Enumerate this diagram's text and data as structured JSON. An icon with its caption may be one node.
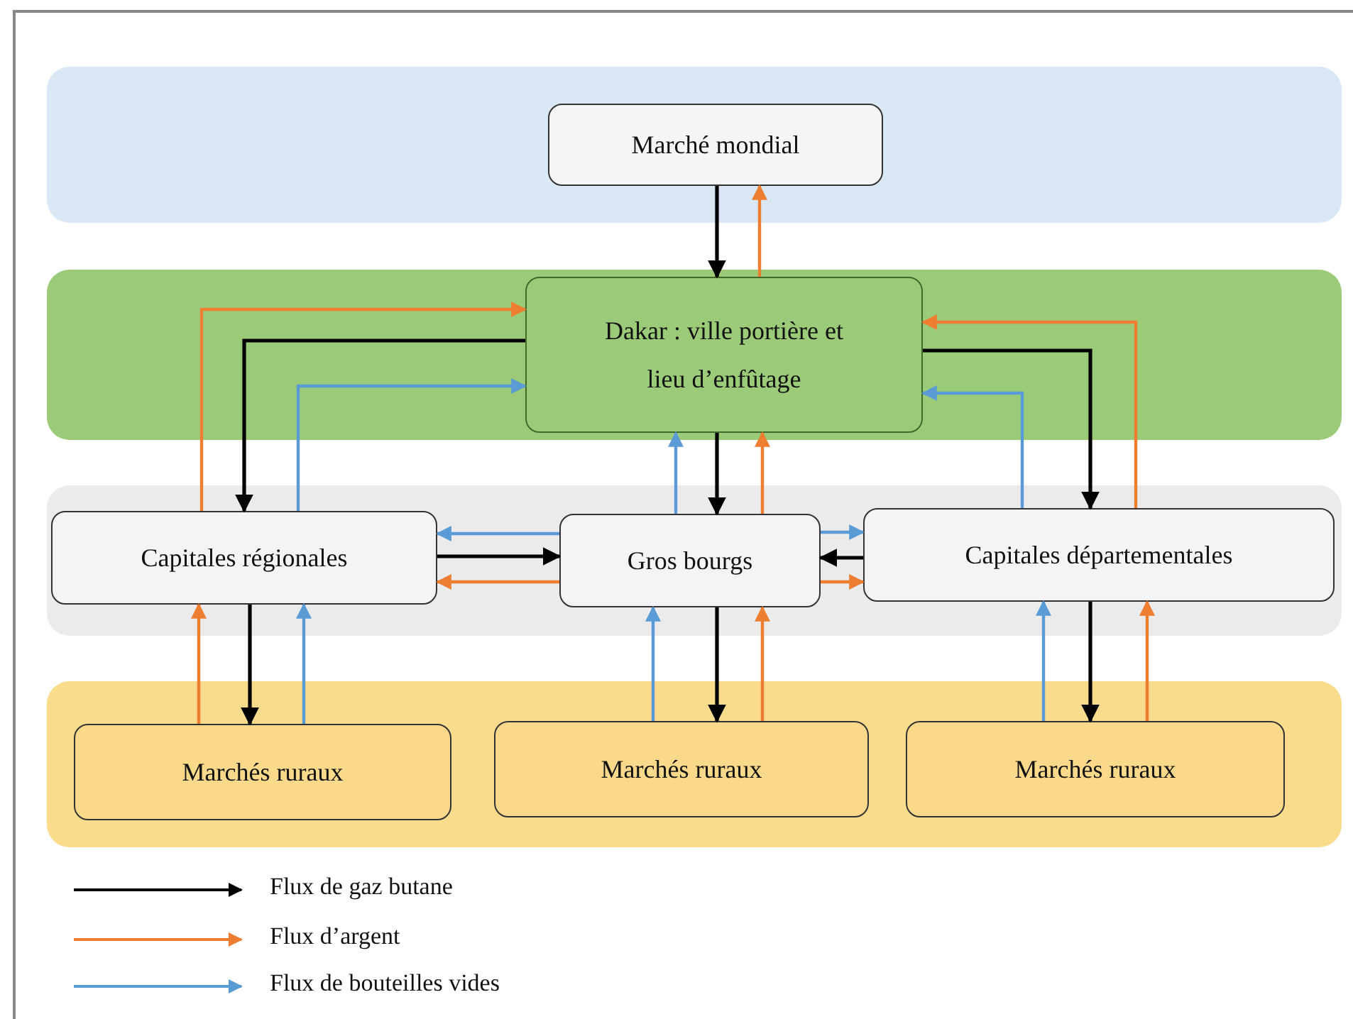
{
  "diagram": {
    "nodes": [
      {
        "text": [],
        "shape": "band"
      },
      {
        "text": [
          "Marché mondial"
        ],
        "in": 0
      },
      {
        "text": [],
        "shape": "band"
      },
      {
        "text": [
          "Dakar : ville portière et lieu d’enfûtage"
        ],
        "in": 2
      },
      {
        "text": [],
        "shape": "band"
      },
      {
        "text": [
          "Capitales régionales"
        ],
        "in": 4
      },
      {
        "text": [
          "Gros bourgs"
        ],
        "in": 4
      },
      {
        "text": [
          "Capitales départementales"
        ],
        "in": 4
      },
      {
        "text": [],
        "shape": "band"
      },
      {
        "text": [
          "Marchés ruraux"
        ],
        "in": 8
      },
      {
        "text": [
          "Marchés ruraux"
        ],
        "in": 8
      },
      {
        "text": [
          "Marchés ruraux"
        ],
        "in": 8
      }
    ],
    "edges": [
      {
        "from": 1,
        "to": 3,
        "arrow": "to"
      },
      {
        "from": 3,
        "to": 1,
        "arrow": "to",
        "color": "#ed7d31"
      },
      {
        "from": 3,
        "to": 5,
        "arrow": "to"
      },
      {
        "from": 5,
        "to": 3,
        "arrow": "to",
        "color": "#ed7d31"
      },
      {
        "from": 5,
        "to": 3,
        "arrow": "to",
        "color": "#5b9bd5"
      },
      {
        "from": 3,
        "to": 7,
        "arrow": "to"
      },
      {
        "from": 7,
        "to": 3,
        "arrow": "to",
        "color": "#ed7d31"
      },
      {
        "from": 7,
        "to": 3,
        "arrow": "to",
        "color": "#5b9bd5"
      },
      {
        "from": 6,
        "to": 3,
        "arrow": "to",
        "color": "#5b9bd5"
      },
      {
        "from": 3,
        "to": 6,
        "arrow": "to"
      },
      {
        "from": 6,
        "to": 3,
        "arrow": "to",
        "color": "#ed7d31"
      },
      {
        "from": 6,
        "to": 5,
        "arrow": "to",
        "color": "#5b9bd5"
      },
      {
        "from": 5,
        "to": 6,
        "arrow": "to"
      },
      {
        "from": 6,
        "to": 5,
        "arrow": "to",
        "color": "#ed7d31"
      },
      {
        "from": 6,
        "to": 7,
        "arrow": "to",
        "color": "#5b9bd5"
      },
      {
        "from": 7,
        "to": 6,
        "arrow": "to"
      },
      {
        "from": 6,
        "to": 7,
        "arrow": "to",
        "color": "#ed7d31"
      },
      {
        "from": 9,
        "to": 5,
        "arrow": "to",
        "color": "#ed7d31"
      },
      {
        "from": 5,
        "to": 9,
        "arrow": "to"
      },
      {
        "from": 9,
        "to": 5,
        "arrow": "to",
        "color": "#5b9bd5"
      },
      {
        "from": 10,
        "to": 6,
        "arrow": "to",
        "color": "#5b9bd5"
      },
      {
        "from": 6,
        "to": 10,
        "arrow": "to"
      },
      {
        "from": 10,
        "to": 6,
        "arrow": "to",
        "color": "#ed7d31"
      },
      {
        "from": 11,
        "to": 7,
        "arrow": "to",
        "color": "#5b9bd5"
      },
      {
        "from": 7,
        "to": 11,
        "arrow": "to"
      },
      {
        "from": 11,
        "to": 7,
        "arrow": "to",
        "color": "#ed7d31"
      }
    ],
    "legend": [
      {
        "text": "Flux de gaz butane"
      },
      {
        "text": "Flux d’argent"
      },
      {
        "text": "Flux de bouteilles vides"
      }
    ]
  }
}
